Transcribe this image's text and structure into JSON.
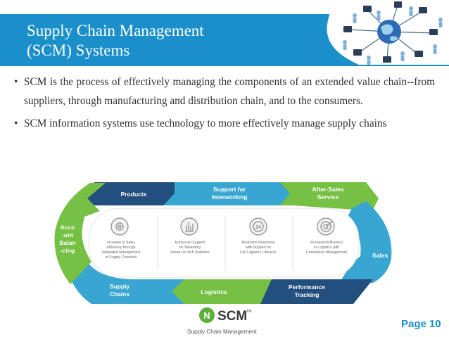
{
  "slide": {
    "title_line1": "Supply Chain Management",
    "title_line2": "(SCM) Systems",
    "bullets": [
      "SCM is the process of effectively managing the components of an extended value chain--from suppliers, through manufacturing and distribution chain, and to the consumers.",
      "SCM information systems use technology to more effectively manage supply chains"
    ],
    "page_label": "Page",
    "page_number": "10"
  },
  "diagram": {
    "arrows": {
      "products": "Products",
      "support_line1": "Support for",
      "support_line2": "Interworking",
      "after_sales_line1": "After-Sales",
      "after_sales_line2": "Service",
      "sales": "Sales",
      "performance_line1": "Performance",
      "performance_line2": "Tracking",
      "logistics": "Logistics",
      "supply_line1": "Supply",
      "supply_line2": "Chains",
      "acc_line1": "Acco",
      "acc_line2": "-unt",
      "acc_line3": "Balan",
      "acc_line4": "-cing"
    },
    "benefits": [
      {
        "icon": "gear-icon",
        "lines": [
          "Increase in Sales",
          "Efficiency through",
          "Integrated Management",
          "of Supply Channels"
        ]
      },
      {
        "icon": "bar-chart-icon",
        "lines": [
          "Enhanced Support",
          "for Marketing",
          "based on Rich Statistics"
        ]
      },
      {
        "icon": "clock-24-icon",
        "icon_text": "24",
        "lines": [
          "Real-time Response",
          "with Support for",
          "Full Logistics Lifecycle"
        ]
      },
      {
        "icon": "target-icon",
        "lines": [
          "Increased Efficiency",
          "in Logistics with",
          "Centralized Management"
        ]
      }
    ]
  },
  "logo": {
    "letter": "N",
    "name": "SCM",
    "tm": "TM",
    "tagline": "Supply Chain Management"
  },
  "colors": {
    "header_blue": "#1a8fc9",
    "arrow_navy": "#234f7e",
    "arrow_blue": "#38a6d0",
    "arrow_green": "#76c043",
    "logo_green": "#5aae3a"
  }
}
